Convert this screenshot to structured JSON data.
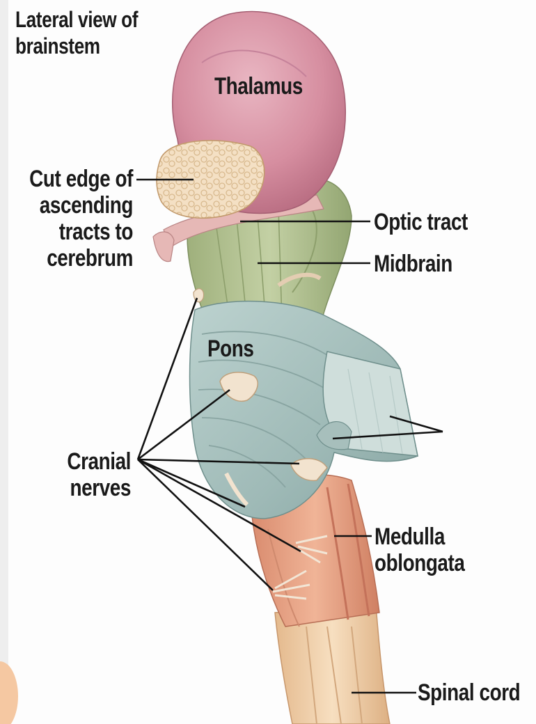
{
  "title": "Lateral view of brainstem",
  "labels": {
    "thalamus": "Thalamus",
    "cut_edge": "Cut edge of ascending tracts to cerebrum",
    "optic_tract": "Optic tract",
    "midbrain": "Midbrain",
    "pons": "Pons",
    "cranial_nerves": "Cranial nerves",
    "medulla": "Medulla oblongata",
    "spinal_cord": "Spinal cord"
  },
  "colors": {
    "thalamus": "#d68ea0",
    "cut_edge": "#f2dcbc",
    "midbrain": "#b9c79a",
    "pons": "#a9c3c0",
    "medulla": "#e8a184",
    "spinal_cord": "#f0cfa5",
    "text": "#1a1a1a"
  }
}
